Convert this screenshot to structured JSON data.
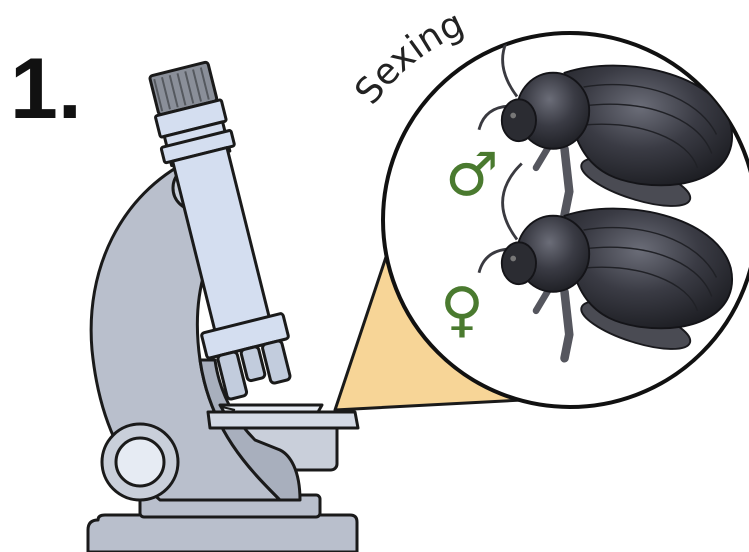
{
  "step_number": "1.",
  "title": "Sexing",
  "symbols": {
    "male": "♂",
    "female": "♀"
  },
  "colors": {
    "microscope_body": "#b9bfcc",
    "microscope_tube": "#d4def0",
    "outline": "#1a1a1a",
    "magnify_cone": "#f7d597",
    "sex_symbol": "#4a7a2f",
    "beetle": "#2e2f36"
  },
  "icons": [
    "microscope-icon",
    "magnifier-callout",
    "beetle-icon",
    "male-symbol-icon",
    "female-symbol-icon"
  ]
}
